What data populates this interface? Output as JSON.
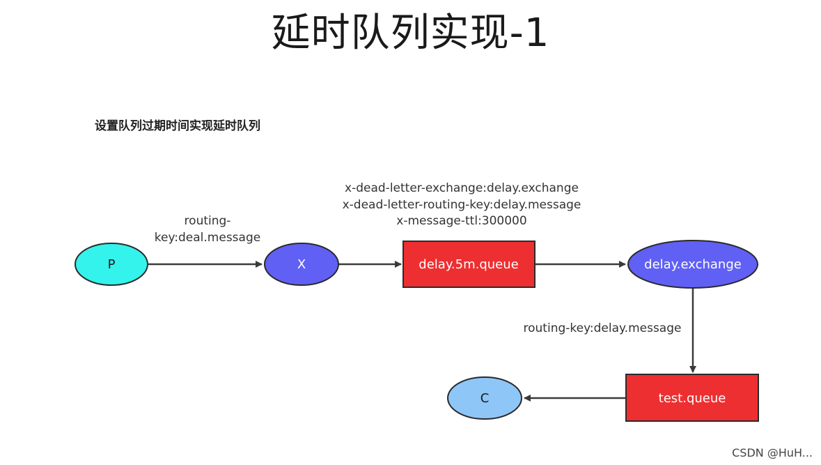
{
  "title": "延时队列实现-1",
  "subtitle": "设置队列过期时间实现延时队列",
  "nodes": {
    "p": "P",
    "x": "X",
    "delay_queue": "delay.5m.queue",
    "delay_exchange": "delay.exchange",
    "test_queue": "test.queue",
    "c": "C"
  },
  "edge_labels": {
    "p_to_x_line1": "routing-",
    "p_to_x_line2": "key:deal.message",
    "queue_args_line1": "x-dead-letter-exchange:delay.exchange",
    "queue_args_line2": "x-dead-letter-routing-key:delay.message",
    "queue_args_line3": "x-message-ttl:300000",
    "exchange_to_test": "routing-key:delay.message"
  },
  "colors": {
    "producer": "#33f3ec",
    "exchange": "#6060f5",
    "queue": "#ee2f31",
    "consumer": "#8ec6f7"
  },
  "watermark": "CSDN @HuH..."
}
